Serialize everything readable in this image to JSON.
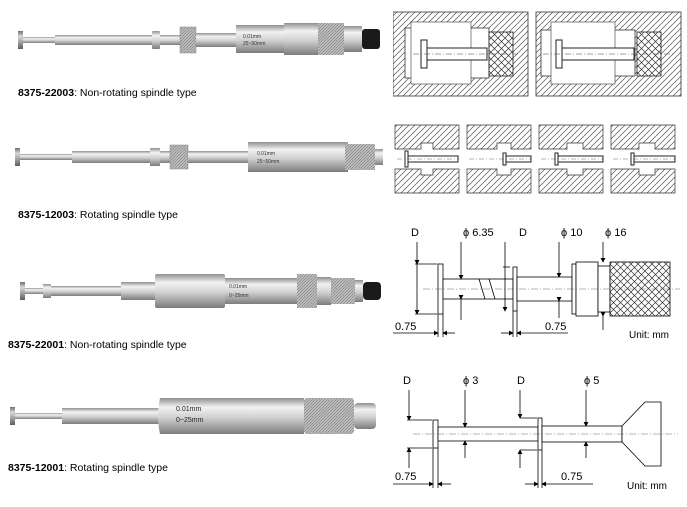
{
  "products": [
    {
      "code": "8375-22003",
      "desc": ": Non-rotating spindle type",
      "scale": "0.01mm",
      "range": "25~50mm"
    },
    {
      "code": "8375-12003",
      "desc": ": Rotating spindle type",
      "scale": "0.01mm",
      "range": "25~50mm"
    },
    {
      "code": "8375-22001",
      "desc": ": Non-rotating spindle type",
      "scale": "0.01mm",
      "range": "0~25mm"
    },
    {
      "code": "8375-12001",
      "desc": ": Rotating spindle type",
      "scale": "0.01mm",
      "range": "0~25mm"
    }
  ],
  "diagram3": {
    "d1": "D",
    "d2": "D",
    "phi1": "ϕ 6.35",
    "phi2": "ϕ 10",
    "phi3": "ϕ 16",
    "dim1": "0.75",
    "dim2": "0.75",
    "unit": "Unit: mm"
  },
  "diagram4": {
    "d1": "D",
    "d2": "D",
    "phi1": "ϕ 3",
    "phi2": "ϕ 5",
    "dim1": "0.75",
    "dim2": "0.75",
    "unit": "Unit: mm"
  },
  "colors": {
    "metal_light": "#e8e8e8",
    "metal_mid": "#b9b9b9",
    "metal_dark": "#7a7a7a",
    "thimble_cap": "#1a1a1a"
  }
}
